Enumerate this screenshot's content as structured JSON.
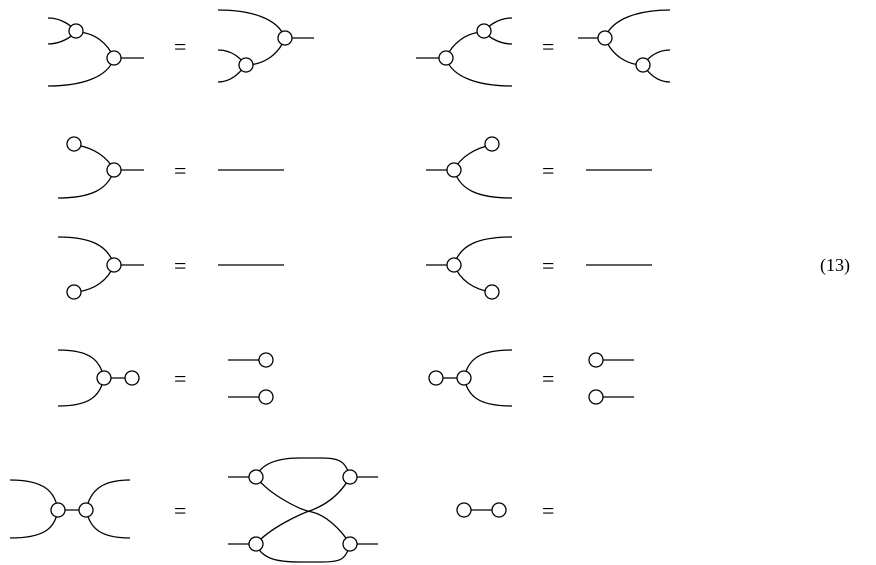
{
  "equation": {
    "number": "(13)",
    "equals_sign": "="
  },
  "rows": [
    {
      "name": "associativity-multiplication",
      "lhs": "multiplication-associativity-left",
      "rhs": "multiplication-associativity-right"
    },
    {
      "name": "coassociativity-comultiplication",
      "lhs": "comultiplication-associativity-left",
      "rhs": "comultiplication-associativity-right"
    },
    {
      "name": "left-unit",
      "lhs": "left-unit-diagram",
      "rhs": "identity-wire"
    },
    {
      "name": "left-counit",
      "lhs": "left-counit-diagram",
      "rhs": "identity-wire"
    },
    {
      "name": "right-unit",
      "lhs": "right-unit-diagram",
      "rhs": "identity-wire"
    },
    {
      "name": "right-counit",
      "lhs": "right-counit-diagram",
      "rhs": "identity-wire"
    },
    {
      "name": "multiplication-counit",
      "lhs": "multiplication-then-counit",
      "rhs": "two-counits"
    },
    {
      "name": "unit-comultiplication",
      "lhs": "unit-then-comultiplication",
      "rhs": "two-units"
    },
    {
      "name": "bialgebra",
      "lhs": "multiplication-then-comultiplication",
      "rhs": "comultiplications-crossed-multiplications"
    },
    {
      "name": "unit-counit",
      "lhs": "unit-counit-connected",
      "rhs": "empty-diagram"
    }
  ]
}
